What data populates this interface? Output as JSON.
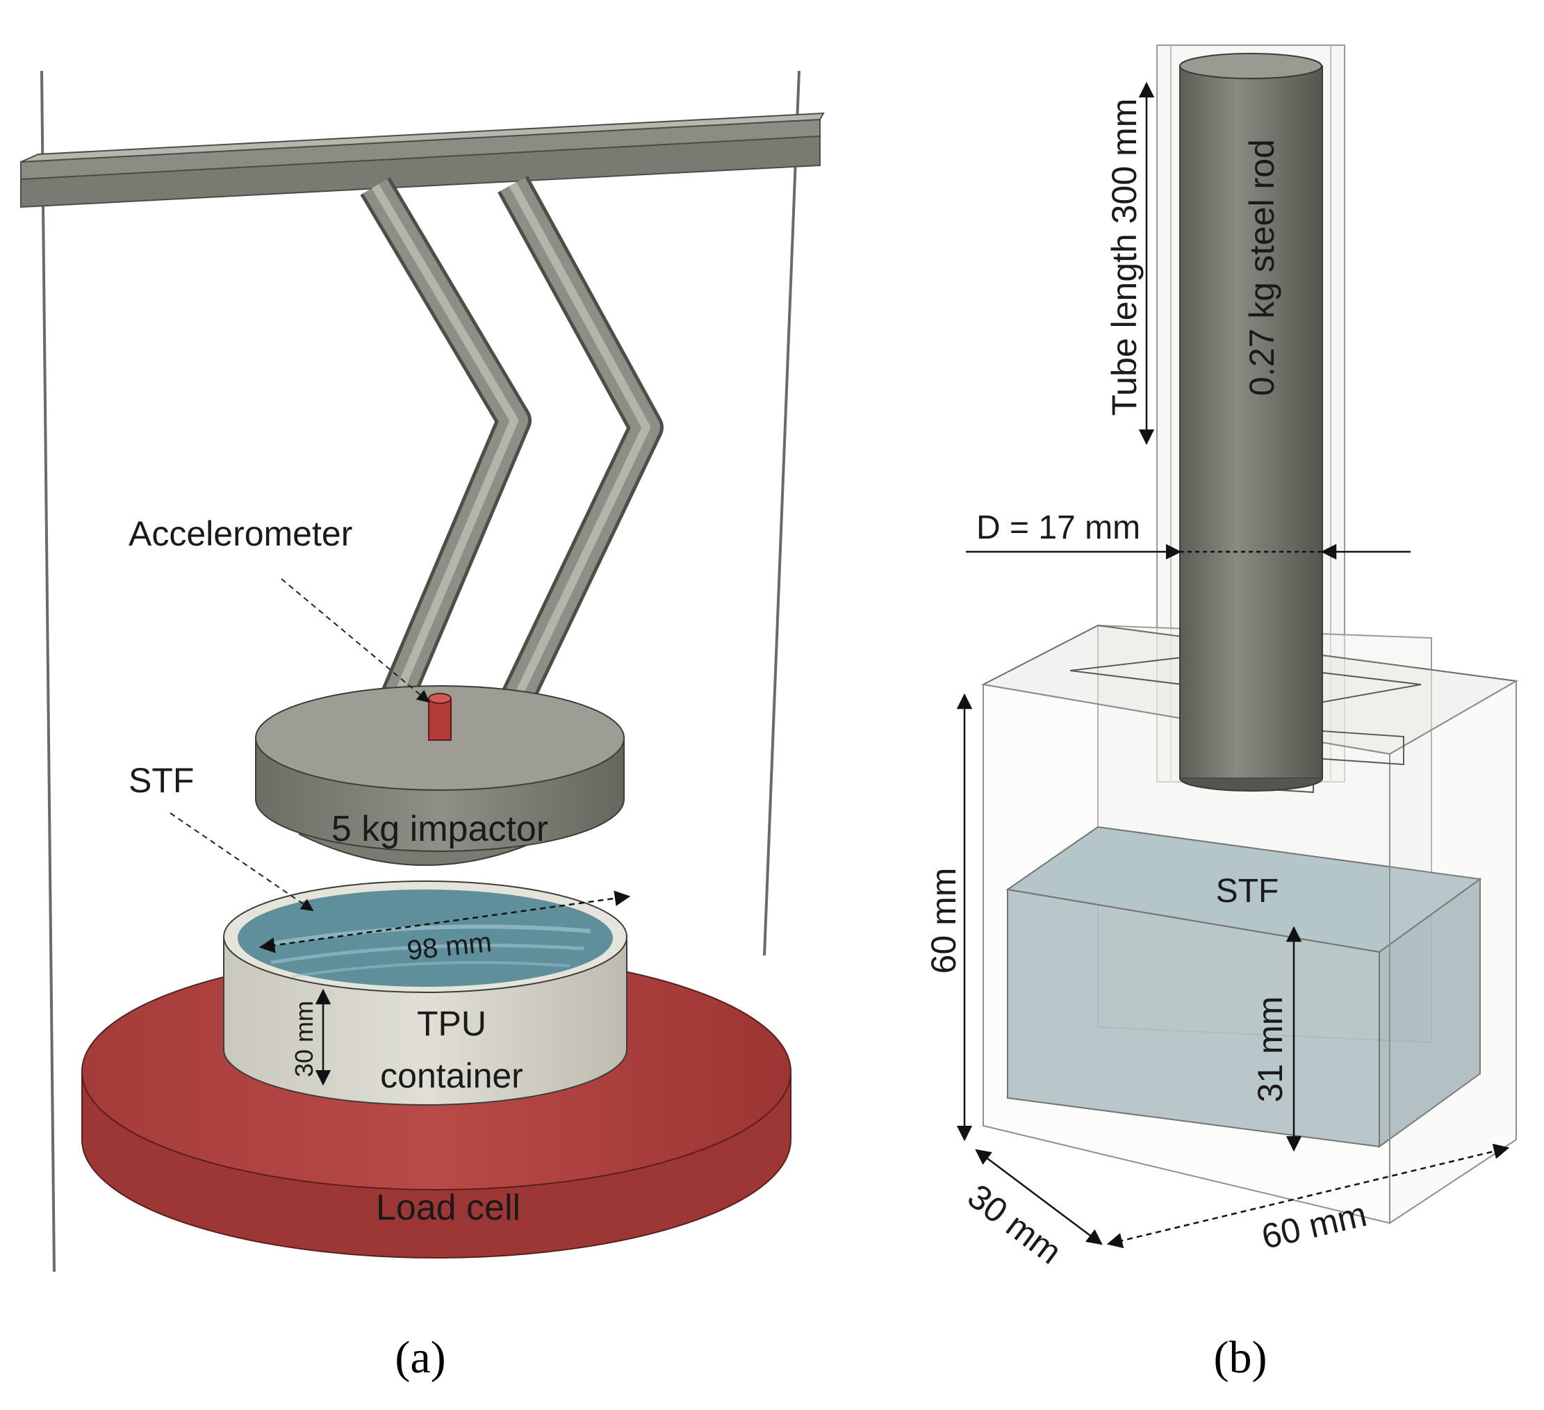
{
  "panel_a": {
    "label": "(a)",
    "accelerometer": "Accelerometer",
    "impactor": "5 kg impactor",
    "stf": "STF",
    "diameter": "98 mm",
    "height": "30 mm",
    "container_line1": "TPU",
    "container_line2": "container",
    "load_cell": "Load cell"
  },
  "panel_b": {
    "label": "(b)",
    "tube_length": "Tube length 300 mm",
    "rod": "0.27 kg steel rod",
    "rod_diameter": "D = 17 mm",
    "stf": "STF",
    "box_height": "60 mm",
    "fluid_height": "31 mm",
    "box_depth": "30 mm",
    "box_width": "60 mm"
  }
}
